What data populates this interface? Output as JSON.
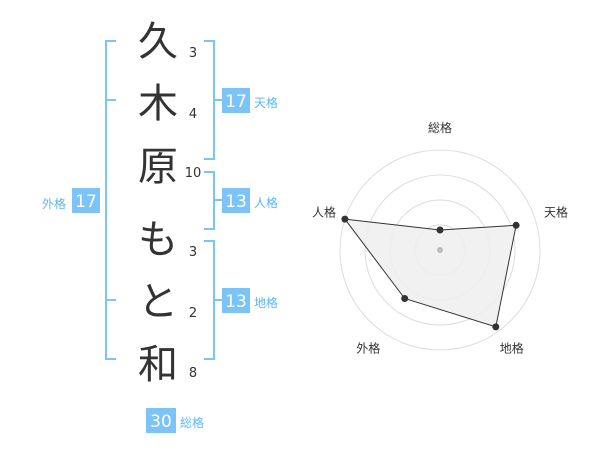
{
  "name": {
    "characters": [
      {
        "char": "久",
        "strokes": "3"
      },
      {
        "char": "木",
        "strokes": "4"
      },
      {
        "char": "原",
        "strokes": "10"
      },
      {
        "char": "も",
        "strokes": "3"
      },
      {
        "char": "と",
        "strokes": "2"
      },
      {
        "char": "和",
        "strokes": "8"
      }
    ]
  },
  "kaku": {
    "tenkaku": {
      "value": "17",
      "label": "天格"
    },
    "jinkaku": {
      "value": "13",
      "label": "人格"
    },
    "chikaku": {
      "value": "13",
      "label": "地格"
    },
    "gaikaku": {
      "value": "17",
      "label": "外格"
    },
    "soukaku": {
      "value": "30",
      "label": "総格"
    }
  },
  "colors": {
    "accent": "#5bb8f5",
    "badge": "#7cc4f8",
    "text": "#333333",
    "grid": "#dddddd",
    "fill": "#eeeeee"
  },
  "chart_data": {
    "type": "radar",
    "axes": [
      "総格",
      "天格",
      "地格",
      "外格",
      "人格"
    ],
    "values": [
      0.2,
      0.8,
      0.95,
      0.6,
      1.0
    ],
    "range": [
      0,
      1
    ],
    "rings": 4,
    "grid": true
  }
}
